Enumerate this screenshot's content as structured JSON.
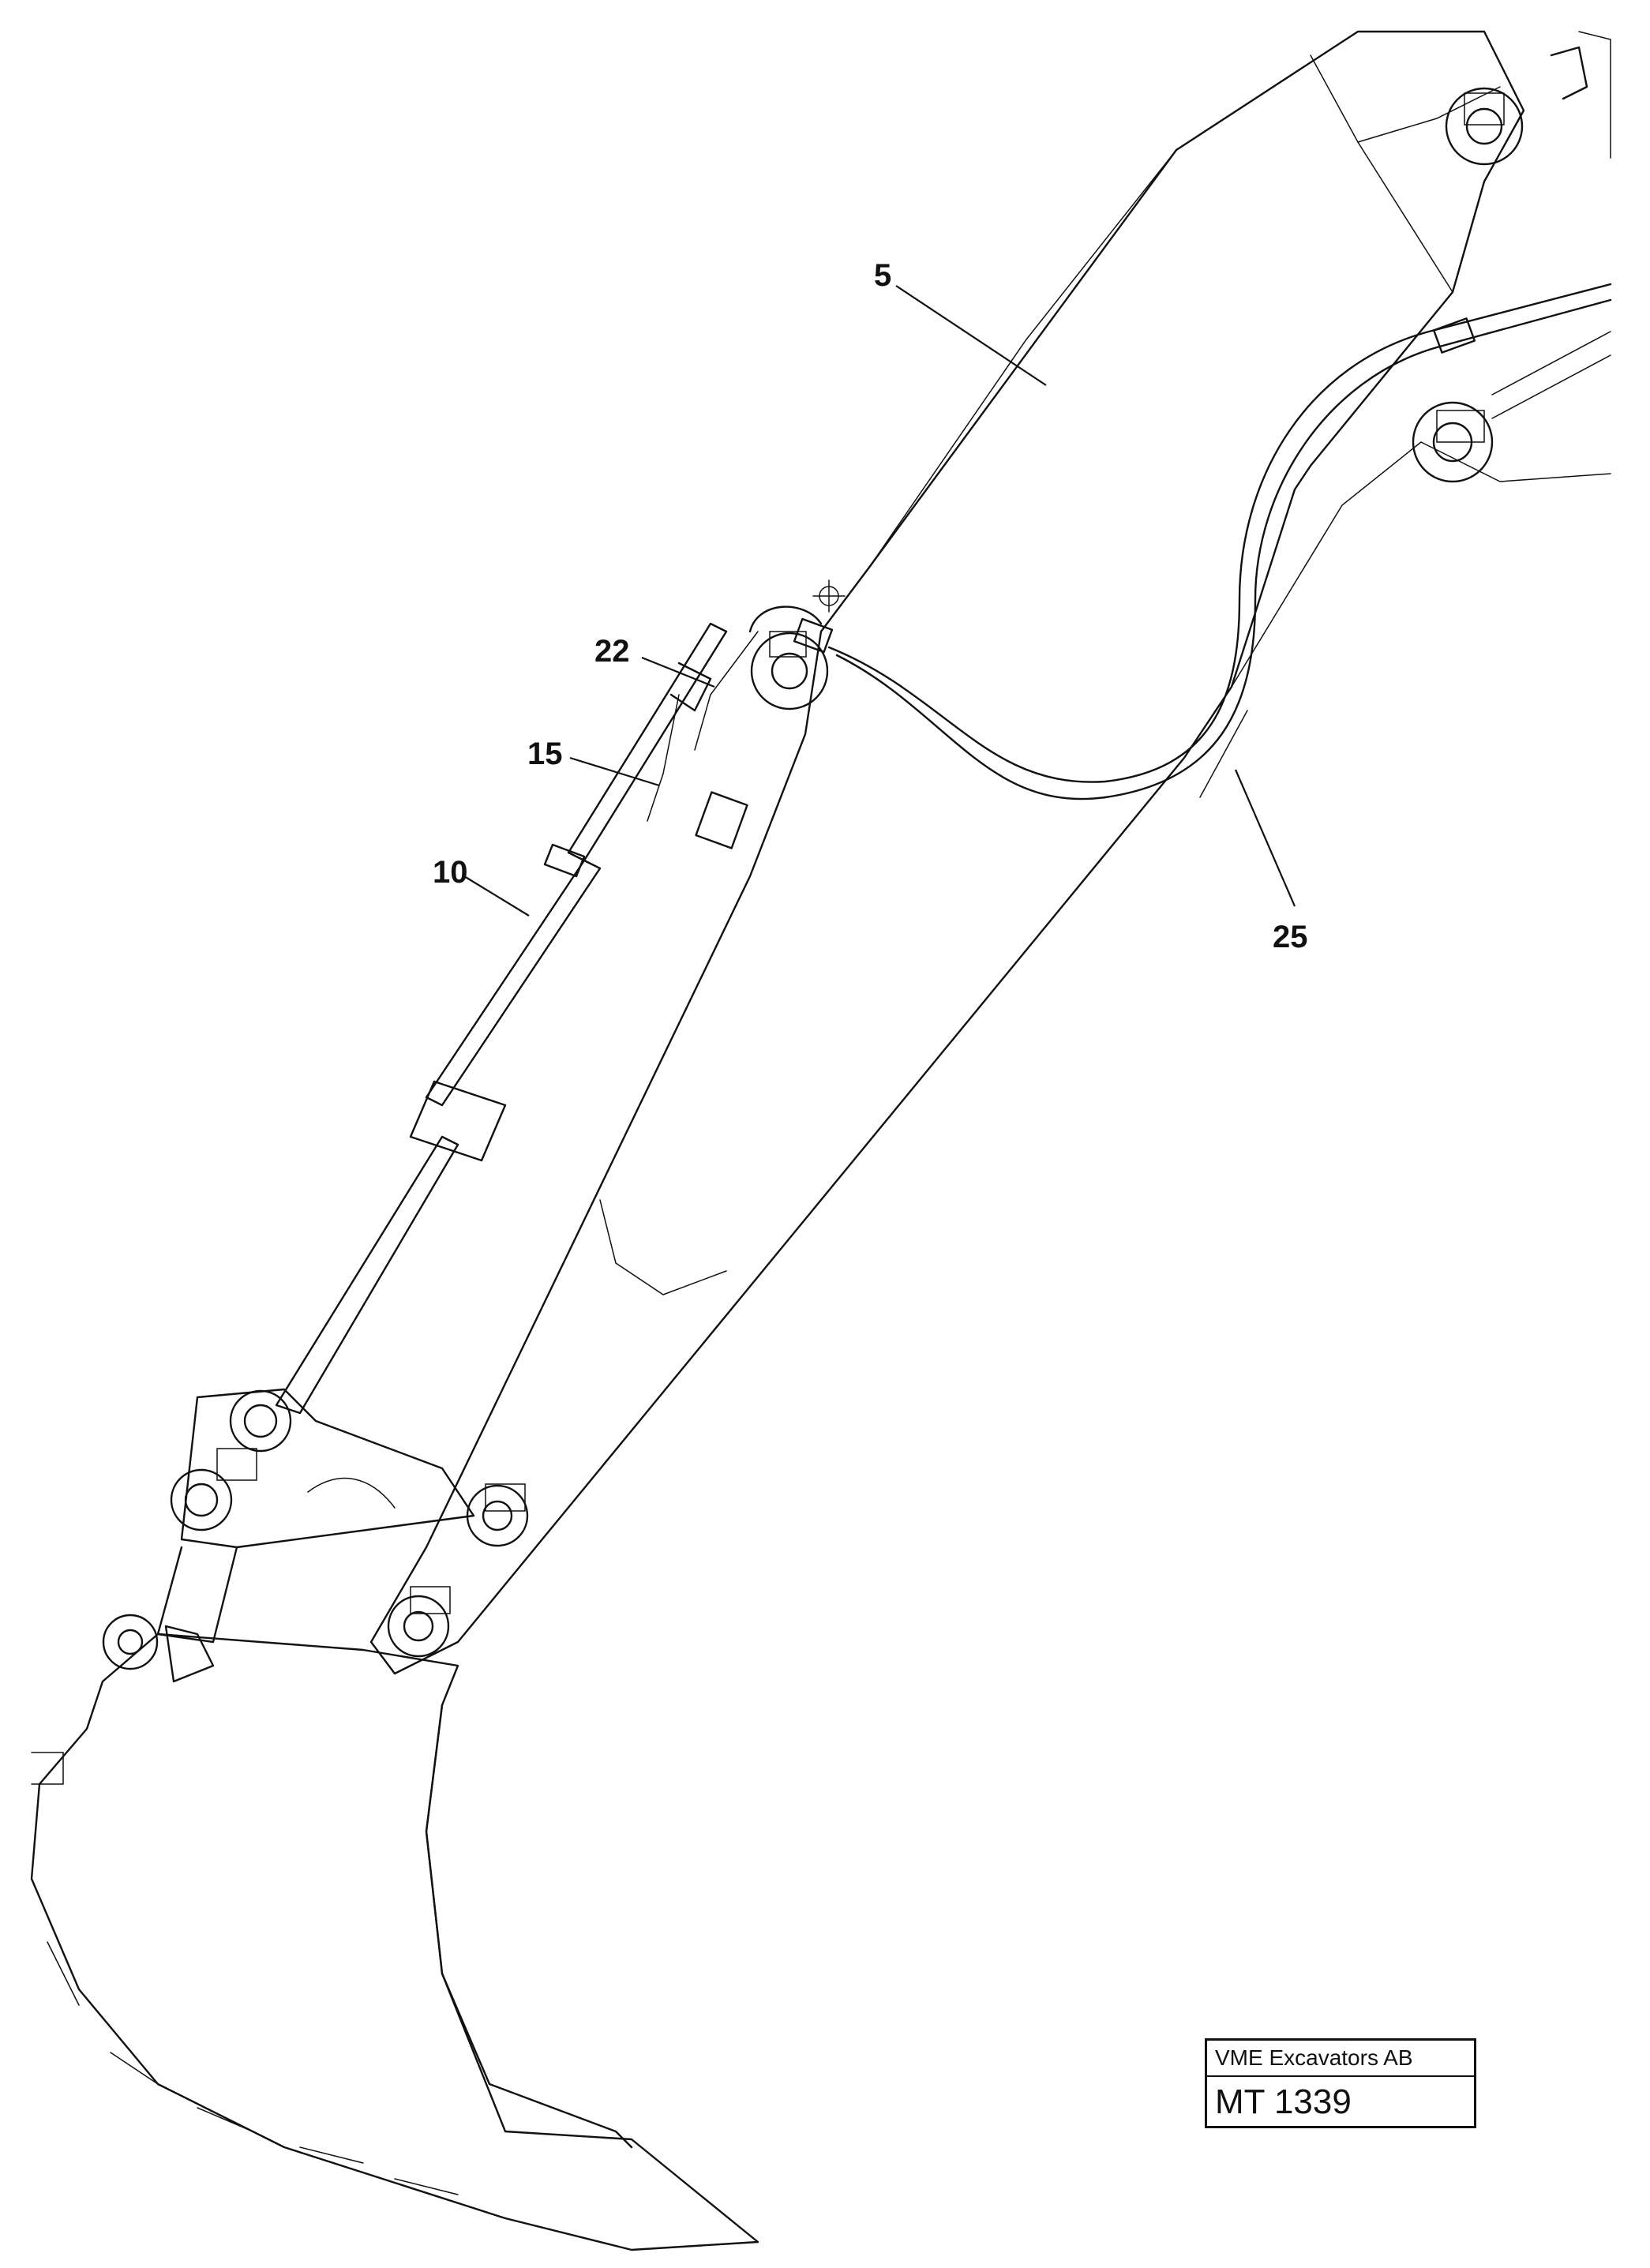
{
  "callouts": [
    {
      "id": "5",
      "label": "5"
    },
    {
      "id": "22",
      "label": "22"
    },
    {
      "id": "15",
      "label": "15"
    },
    {
      "id": "10",
      "label": "10"
    },
    {
      "id": "25",
      "label": "25"
    }
  ],
  "title_block": {
    "company": "VME Excavators AB",
    "drawing_number": "MT 1339"
  },
  "colors": {
    "line": "#111111",
    "background": "#ffffff"
  }
}
